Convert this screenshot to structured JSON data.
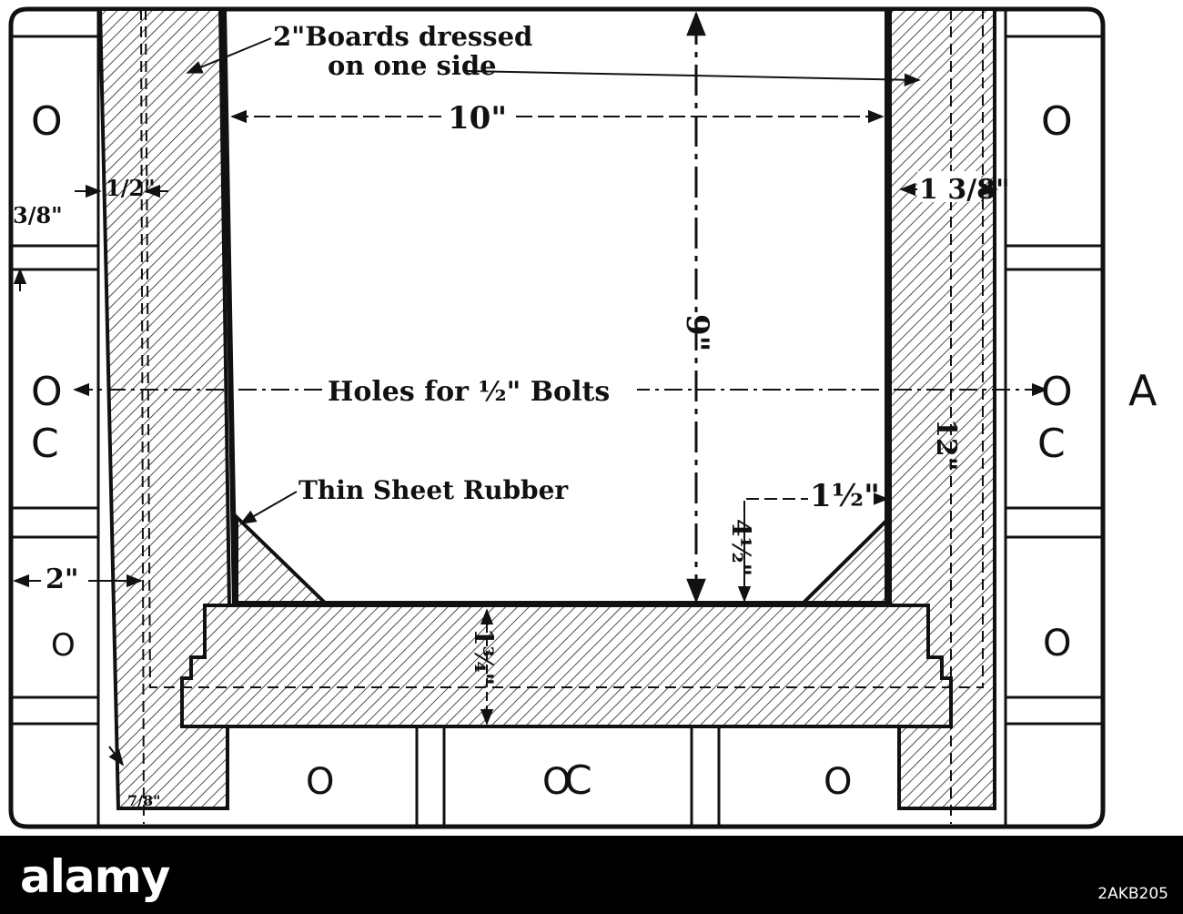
{
  "labels": {
    "boards": "2\"Boards dressed",
    "one_side": "on one side",
    "width_10": "10\"",
    "three_eighths": "3/8\"",
    "half_left": "1/2\"",
    "one_three_eighths": "1 3/8\"",
    "height_9": "9\"",
    "holes": "Holes for ½\" Bolts",
    "height_12": "12\"",
    "thin_rubber": "Thin Sheet Rubber",
    "one_half_right": "1½\"",
    "four_half": "4½\"",
    "two_left": "2\"",
    "one_three_quarter": "1¾\"",
    "seven_eighths": "7/8\"",
    "letter_a": "A",
    "letter_c": "C",
    "hole_mark": "O",
    "bottom_c": "C"
  },
  "footer": {
    "brand": "alamy",
    "image_id": "2AKB205"
  }
}
